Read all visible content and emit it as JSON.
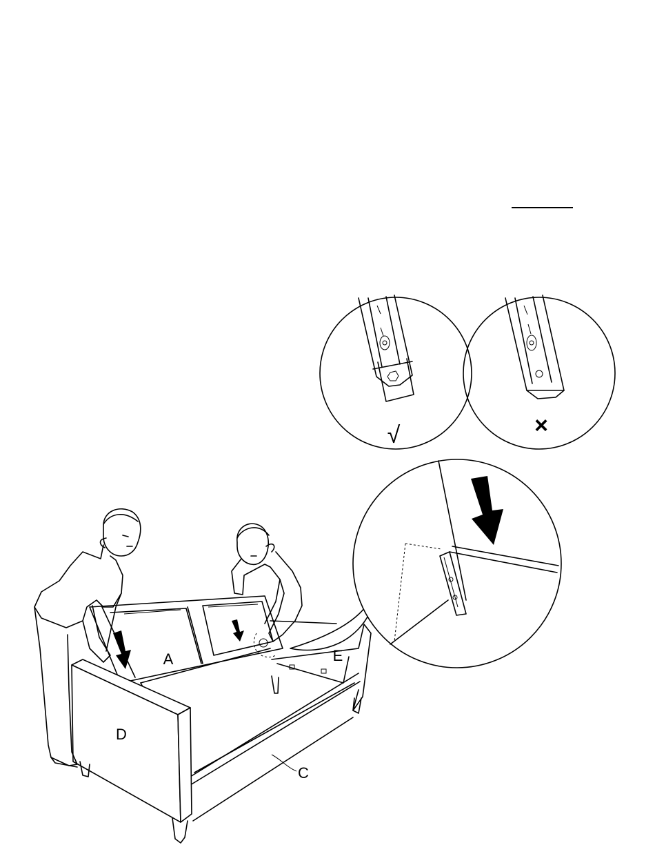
{
  "labels": {
    "A": "A",
    "C": "C",
    "D": "D",
    "E": "E"
  },
  "detail": {
    "correct_mark": "√",
    "wrong_mark": "×"
  }
}
